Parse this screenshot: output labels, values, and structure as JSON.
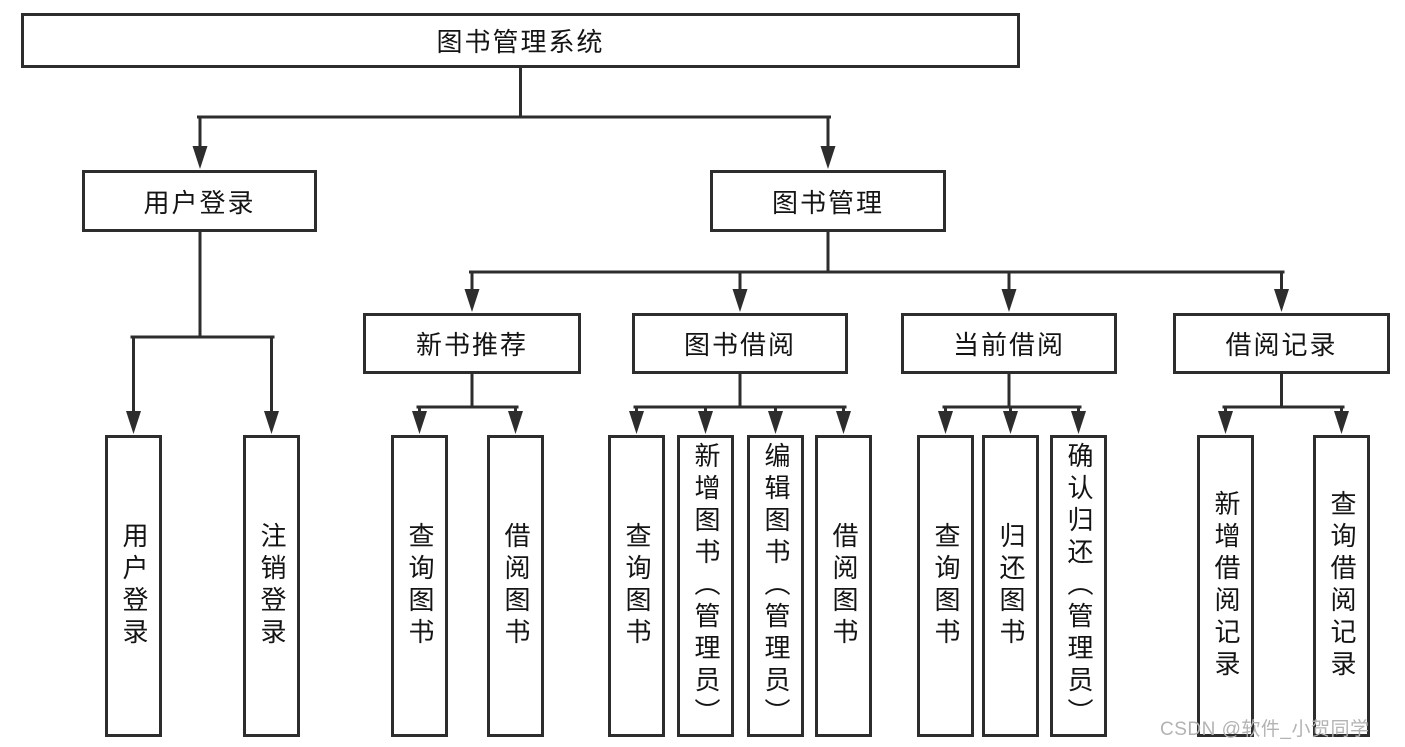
{
  "style": {
    "line_color": "#2d2d2d",
    "box_border_color": "#2d2d2d",
    "text_color": "#141414",
    "background_color": "#ffffff",
    "watermark_color": "#b3b3b3"
  },
  "tree": {
    "root": {
      "label": "图书管理系统"
    },
    "children": [
      {
        "label": "用户登录",
        "children": [
          {
            "label": "用户登录"
          },
          {
            "label": "注销登录"
          }
        ]
      },
      {
        "label": "图书管理",
        "children": [
          {
            "label": "新书推荐",
            "children": [
              {
                "label": "查询图书"
              },
              {
                "label": "借阅图书"
              }
            ]
          },
          {
            "label": "图书借阅",
            "children": [
              {
                "label": "查询图书"
              },
              {
                "label": "新增图书（管理员）"
              },
              {
                "label": "编辑图书（管理员）"
              },
              {
                "label": "借阅图书"
              }
            ]
          },
          {
            "label": "当前借阅",
            "children": [
              {
                "label": "查询图书"
              },
              {
                "label": "归还图书"
              },
              {
                "label": "确认归还（管理员）"
              }
            ]
          },
          {
            "label": "借阅记录",
            "children": [
              {
                "label": "新增借阅记录"
              },
              {
                "label": "查询借阅记录"
              }
            ]
          }
        ]
      }
    ]
  },
  "watermark": {
    "text": "CSDN @软件_小贺同学"
  }
}
